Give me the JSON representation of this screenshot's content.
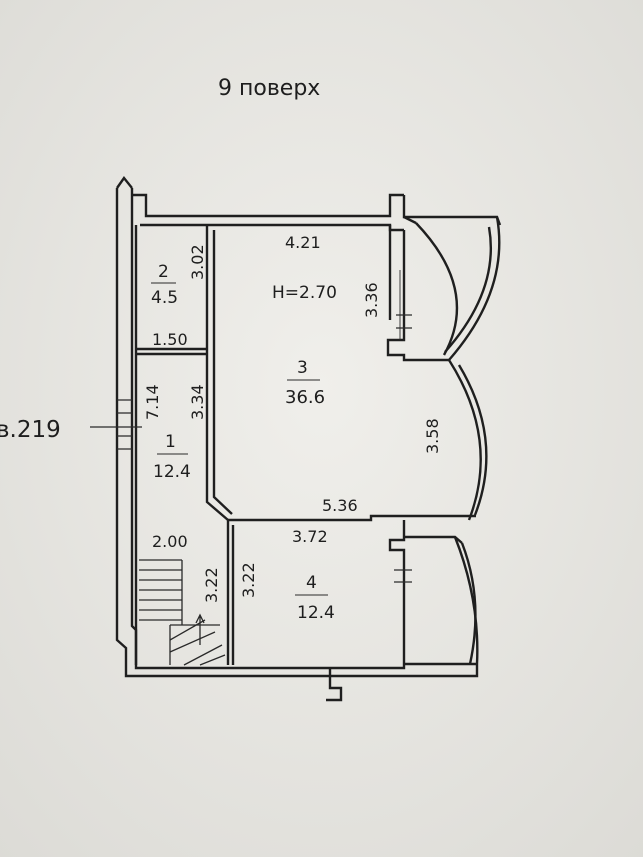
{
  "floor_label": "9 поверх",
  "apartment_ref": "в.219",
  "ceiling_height": "H=2.70",
  "rooms": [
    {
      "number": "2",
      "area": "4.5"
    },
    {
      "number": "3",
      "area": "36.6"
    },
    {
      "number": "1",
      "area": "12.4"
    },
    {
      "number": "4",
      "area": "12.4"
    }
  ],
  "dimensions": {
    "room3_top": "4.21",
    "room3_right_upper": "3.36",
    "room3_bay": "3.58",
    "room3_bottom": "5.36",
    "room2_height": "3.02",
    "room2_width": "1.50",
    "room1_height_a": "7.14",
    "room1_height_b": "3.34",
    "stair_width": "2.00",
    "stair_height_a": "3.22",
    "stair_height_b": "3.22",
    "room4_top": "3.72"
  }
}
